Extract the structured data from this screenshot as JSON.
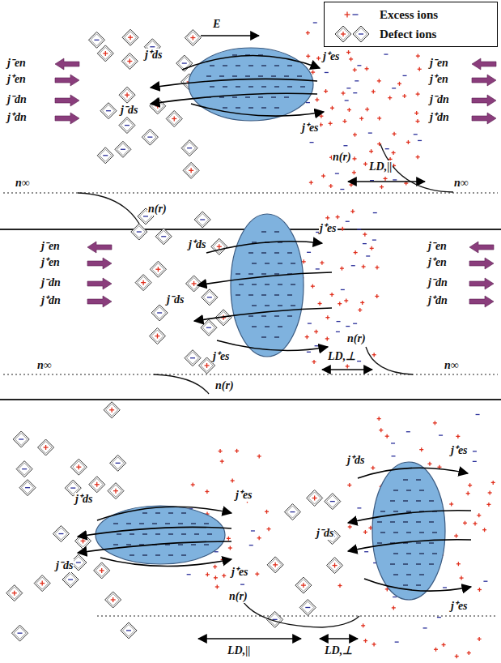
{
  "diagram": {
    "labels": [
      "E",
      "j⁻en",
      "j⁺en",
      "j⁻dn",
      "j⁺dn",
      "j⁺ds",
      "j⁻ds",
      "j⁺es",
      "j⁺es",
      "j⁻en",
      "j⁺en",
      "j⁻dn",
      "j⁺dn",
      "n∞",
      "n(r)",
      "LD,||",
      "n∞",
      "n(r)",
      "j⁻en",
      "j⁺en",
      "j⁻dn",
      "j⁺dn",
      "j⁺es",
      "j⁺ds",
      "j⁻ds",
      "j⁻en",
      "j⁺en",
      "j⁻dn",
      "j⁺dn",
      "j⁺es",
      "n(r)",
      "LD,⊥",
      "n∞",
      "n(r)",
      "n∞",
      "j⁺ds",
      "j⁻ds",
      "j⁺es",
      "j⁺es",
      "j⁺es",
      "j⁺ds",
      "j⁻ds",
      "j⁺es",
      "n(r)",
      "LD,||",
      "LD,⊥"
    ],
    "legend": [
      {
        "text": "Excess ions"
      },
      {
        "text": "Defect ions"
      }
    ]
  }
}
